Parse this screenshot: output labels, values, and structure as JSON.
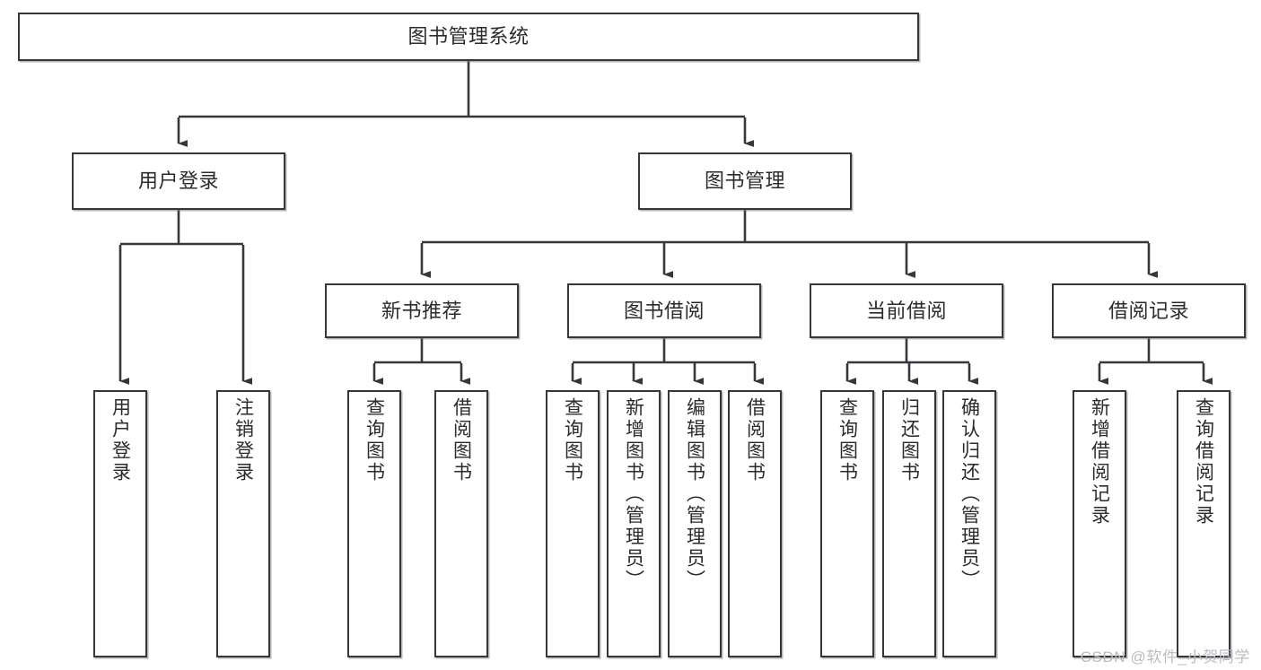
{
  "diagram": {
    "title": "图书管理系统",
    "type": "tree-hierarchy",
    "watermark": "CSDN @软件_小贺同学",
    "colors": {
      "box_border": "#33383d",
      "box_fill": "#ffffff",
      "edge": "#33383d",
      "text": "#2b2b2b",
      "watermark": "#b9bcc0"
    },
    "nodes": {
      "root": {
        "label": "图书管理系统"
      },
      "level2": [
        {
          "id": "user-login",
          "label": "用户登录"
        },
        {
          "id": "book-management",
          "label": "图书管理"
        }
      ],
      "level3": [
        {
          "id": "new-book-recommend",
          "label": "新书推荐"
        },
        {
          "id": "book-borrow",
          "label": "图书借阅"
        },
        {
          "id": "current-borrow",
          "label": "当前借阅"
        },
        {
          "id": "borrow-record",
          "label": "借阅记录"
        }
      ],
      "leaves": {
        "user-login": [
          {
            "id": "leaf-user-login",
            "label": "用户登录"
          },
          {
            "id": "leaf-logout-login",
            "label": "注销登录"
          }
        ],
        "new-book-recommend": [
          {
            "id": "leaf-query-book-1",
            "label": "查询图书"
          },
          {
            "id": "leaf-borrow-book-1",
            "label": "借阅图书"
          }
        ],
        "book-borrow": [
          {
            "id": "leaf-query-book-2",
            "label": "查询图书"
          },
          {
            "id": "leaf-add-book-admin",
            "label": "新增图书（管理员）"
          },
          {
            "id": "leaf-edit-book-admin",
            "label": "编辑图书（管理员）"
          },
          {
            "id": "leaf-borrow-book-2",
            "label": "借阅图书"
          }
        ],
        "current-borrow": [
          {
            "id": "leaf-query-book-3",
            "label": "查询图书"
          },
          {
            "id": "leaf-return-book",
            "label": "归还图书"
          },
          {
            "id": "leaf-confirm-return-admin",
            "label": "确认归还（管理员）"
          }
        ],
        "borrow-record": [
          {
            "id": "leaf-add-borrow-record",
            "label": "新增借阅记录"
          },
          {
            "id": "leaf-query-borrow-record",
            "label": "查询借阅记录"
          }
        ]
      }
    }
  }
}
